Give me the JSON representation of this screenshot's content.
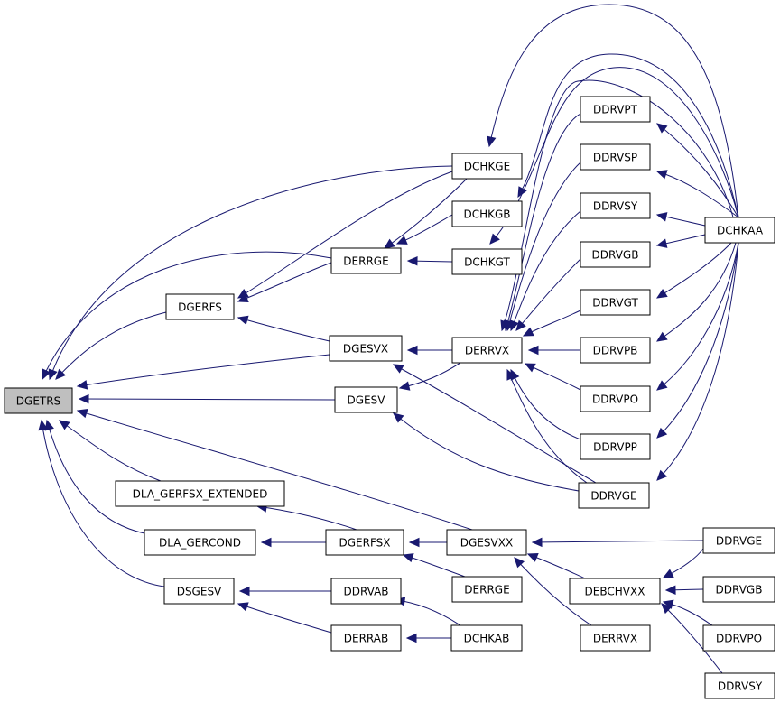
{
  "diagram": {
    "colors": {
      "edge": "#191970",
      "root_fill": "#bfbfbf",
      "node_fill": "#ffffff",
      "node_border": "#000000"
    },
    "nodes": [
      {
        "id": "dgetrs",
        "label": "DGETRS",
        "root": true
      },
      {
        "id": "dgerfs",
        "label": "DGERFS"
      },
      {
        "id": "dla_gerfsx_extended",
        "label": "DLA_GERFSX_EXTENDED"
      },
      {
        "id": "dla_gercond",
        "label": "DLA_GERCOND"
      },
      {
        "id": "dsgesv",
        "label": "DSGESV"
      },
      {
        "id": "dchkge",
        "label": "DCHKGE"
      },
      {
        "id": "dchkgb",
        "label": "DCHKGB"
      },
      {
        "id": "derrge",
        "label": "DERRGE"
      },
      {
        "id": "dchkgt",
        "label": "DCHKGT"
      },
      {
        "id": "dgesvx",
        "label": "DGESVX"
      },
      {
        "id": "dgesv",
        "label": "DGESV"
      },
      {
        "id": "dgerfsx",
        "label": "DGERFSX"
      },
      {
        "id": "dgesvxx",
        "label": "DGESVXX"
      },
      {
        "id": "derrge2",
        "label": "DERRGE"
      },
      {
        "id": "ddrvab",
        "label": "DDRVAB"
      },
      {
        "id": "derrab",
        "label": "DERRAB"
      },
      {
        "id": "dchkab",
        "label": "DCHKAB"
      },
      {
        "id": "derrvx",
        "label": "DERRVX"
      },
      {
        "id": "ddrvpt",
        "label": "DDRVPT"
      },
      {
        "id": "ddrvsp",
        "label": "DDRVSP"
      },
      {
        "id": "ddrvsy",
        "label": "DDRVSY"
      },
      {
        "id": "ddrvgb",
        "label": "DDRVGB"
      },
      {
        "id": "ddrvgt",
        "label": "DDRVGT"
      },
      {
        "id": "ddrvpb",
        "label": "DDRVPB"
      },
      {
        "id": "ddrvpo",
        "label": "DDRVPO"
      },
      {
        "id": "ddrvpp",
        "label": "DDRVPP"
      },
      {
        "id": "ddrvge",
        "label": "DDRVGE"
      },
      {
        "id": "dchkaa",
        "label": "DCHKAA"
      },
      {
        "id": "debchvxx",
        "label": "DEBCHVXX"
      },
      {
        "id": "derrvx2",
        "label": "DERRVX"
      },
      {
        "id": "ddrvge2",
        "label": "DDRVGE"
      },
      {
        "id": "ddrvgb2",
        "label": "DDRVGB"
      },
      {
        "id": "ddrvpo2",
        "label": "DDRVPO"
      },
      {
        "id": "ddrvsy2",
        "label": "DDRVSY"
      }
    ],
    "edges": [
      {
        "from": "dchkge",
        "to": "dgetrs"
      },
      {
        "from": "derrge",
        "to": "dgetrs"
      },
      {
        "from": "dgerfs",
        "to": "dgetrs"
      },
      {
        "from": "dgesvx",
        "to": "dgetrs"
      },
      {
        "from": "dgesv",
        "to": "dgetrs"
      },
      {
        "from": "dla_gerfsx_extended",
        "to": "dgetrs"
      },
      {
        "from": "dla_gercond",
        "to": "dgetrs"
      },
      {
        "from": "dsgesv",
        "to": "dgetrs"
      },
      {
        "from": "dgesvxx",
        "to": "dgetrs"
      },
      {
        "from": "dchkge",
        "to": "dgerfs"
      },
      {
        "from": "derrge",
        "to": "dgerfs"
      },
      {
        "from": "dgesvx",
        "to": "dgerfs"
      },
      {
        "from": "dchkgb",
        "to": "derrge"
      },
      {
        "from": "dchkgt",
        "to": "derrge"
      },
      {
        "from": "dchkge",
        "to": "derrge"
      },
      {
        "from": "derrvx",
        "to": "dgesvx"
      },
      {
        "from": "ddrvge",
        "to": "dgesvx"
      },
      {
        "from": "derrvx",
        "to": "dgesv"
      },
      {
        "from": "ddrvge",
        "to": "dgesv"
      },
      {
        "from": "dgerfsx",
        "to": "dla_gerfsx_extended"
      },
      {
        "from": "dgerfsx",
        "to": "dla_gercond"
      },
      {
        "from": "dgesvxx",
        "to": "dgerfsx"
      },
      {
        "from": "derrge2",
        "to": "dgerfsx"
      },
      {
        "from": "ddrvab",
        "to": "dsgesv"
      },
      {
        "from": "derrab",
        "to": "dsgesv"
      },
      {
        "from": "dchkab",
        "to": "ddrvab"
      },
      {
        "from": "dchkab",
        "to": "derrab"
      },
      {
        "from": "ddrvge2",
        "to": "dgesvxx"
      },
      {
        "from": "debchvxx",
        "to": "dgesvxx"
      },
      {
        "from": "derrvx2",
        "to": "dgesvxx"
      },
      {
        "from": "ddrvge2",
        "to": "debchvxx"
      },
      {
        "from": "ddrvgb2",
        "to": "debchvxx"
      },
      {
        "from": "ddrvpo2",
        "to": "debchvxx"
      },
      {
        "from": "ddrvsy2",
        "to": "debchvxx"
      },
      {
        "from": "dchkaa",
        "to": "dchkge"
      },
      {
        "from": "dchkaa",
        "to": "dchkgb"
      },
      {
        "from": "dchkaa",
        "to": "dchkgt"
      },
      {
        "from": "dchkaa",
        "to": "derrvx"
      },
      {
        "from": "ddrvpt",
        "to": "derrvx"
      },
      {
        "from": "ddrvsp",
        "to": "derrvx"
      },
      {
        "from": "ddrvsy",
        "to": "derrvx"
      },
      {
        "from": "ddrvgb",
        "to": "derrvx"
      },
      {
        "from": "ddrvgt",
        "to": "derrvx"
      },
      {
        "from": "ddrvpb",
        "to": "derrvx"
      },
      {
        "from": "ddrvpo",
        "to": "derrvx"
      },
      {
        "from": "ddrvpp",
        "to": "derrvx"
      },
      {
        "from": "ddrvge",
        "to": "derrvx"
      },
      {
        "from": "dchkaa",
        "to": "ddrvpt"
      },
      {
        "from": "dchkaa",
        "to": "ddrvsp"
      },
      {
        "from": "dchkaa",
        "to": "ddrvsy"
      },
      {
        "from": "dchkaa",
        "to": "ddrvgb"
      },
      {
        "from": "dchkaa",
        "to": "ddrvgt"
      },
      {
        "from": "dchkaa",
        "to": "ddrvpb"
      },
      {
        "from": "dchkaa",
        "to": "ddrvpo"
      },
      {
        "from": "dchkaa",
        "to": "ddrvpp"
      },
      {
        "from": "dchkaa",
        "to": "ddrvge"
      }
    ]
  }
}
